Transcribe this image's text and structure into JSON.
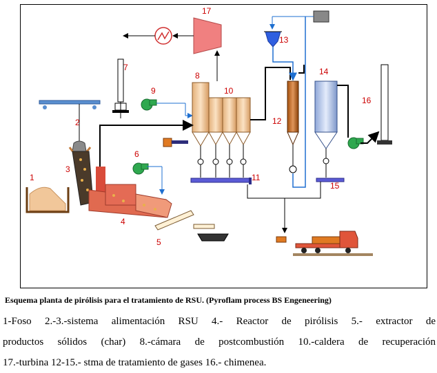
{
  "diagram": {
    "labels": {
      "n1": "1",
      "n2": "2",
      "n3": "3",
      "n4": "4",
      "n5": "5",
      "n6": "6",
      "n7": "7",
      "n8": "8",
      "n9": "9",
      "n10": "10",
      "n11": "11",
      "n12": "12",
      "n13": "13",
      "n14": "14",
      "n15": "15",
      "n16": "16",
      "n17": "17"
    },
    "icons": {
      "generator": "generator-icon",
      "fan": "fan-icon",
      "valve": "valve-icon",
      "truck": "truck-icon"
    },
    "colors": {
      "label_red": "#cc0000",
      "equipment_pink": "#f08080",
      "flow_black": "#000000",
      "flow_blue": "#1e6fd0",
      "conveyor_blue": "#5b5bd6",
      "fan_green": "#2fa84f"
    }
  },
  "caption": "Esquema planta de pirólisis para el tratamiento de RSU. (Pyroflam process BS Engeneering)",
  "legend": {
    "line1": "1-Foso 2.-3.-sistema alimentación RSU 4.- Reactor de pirólisis 5.- extractor de",
    "line2": "productos sólidos (char) 8.-cámara de postcombustión 10.-caldera de recuperación",
    "line3": "17.-turbina 12-15.- stma de tratamiento de gases 16.- chimenea."
  }
}
